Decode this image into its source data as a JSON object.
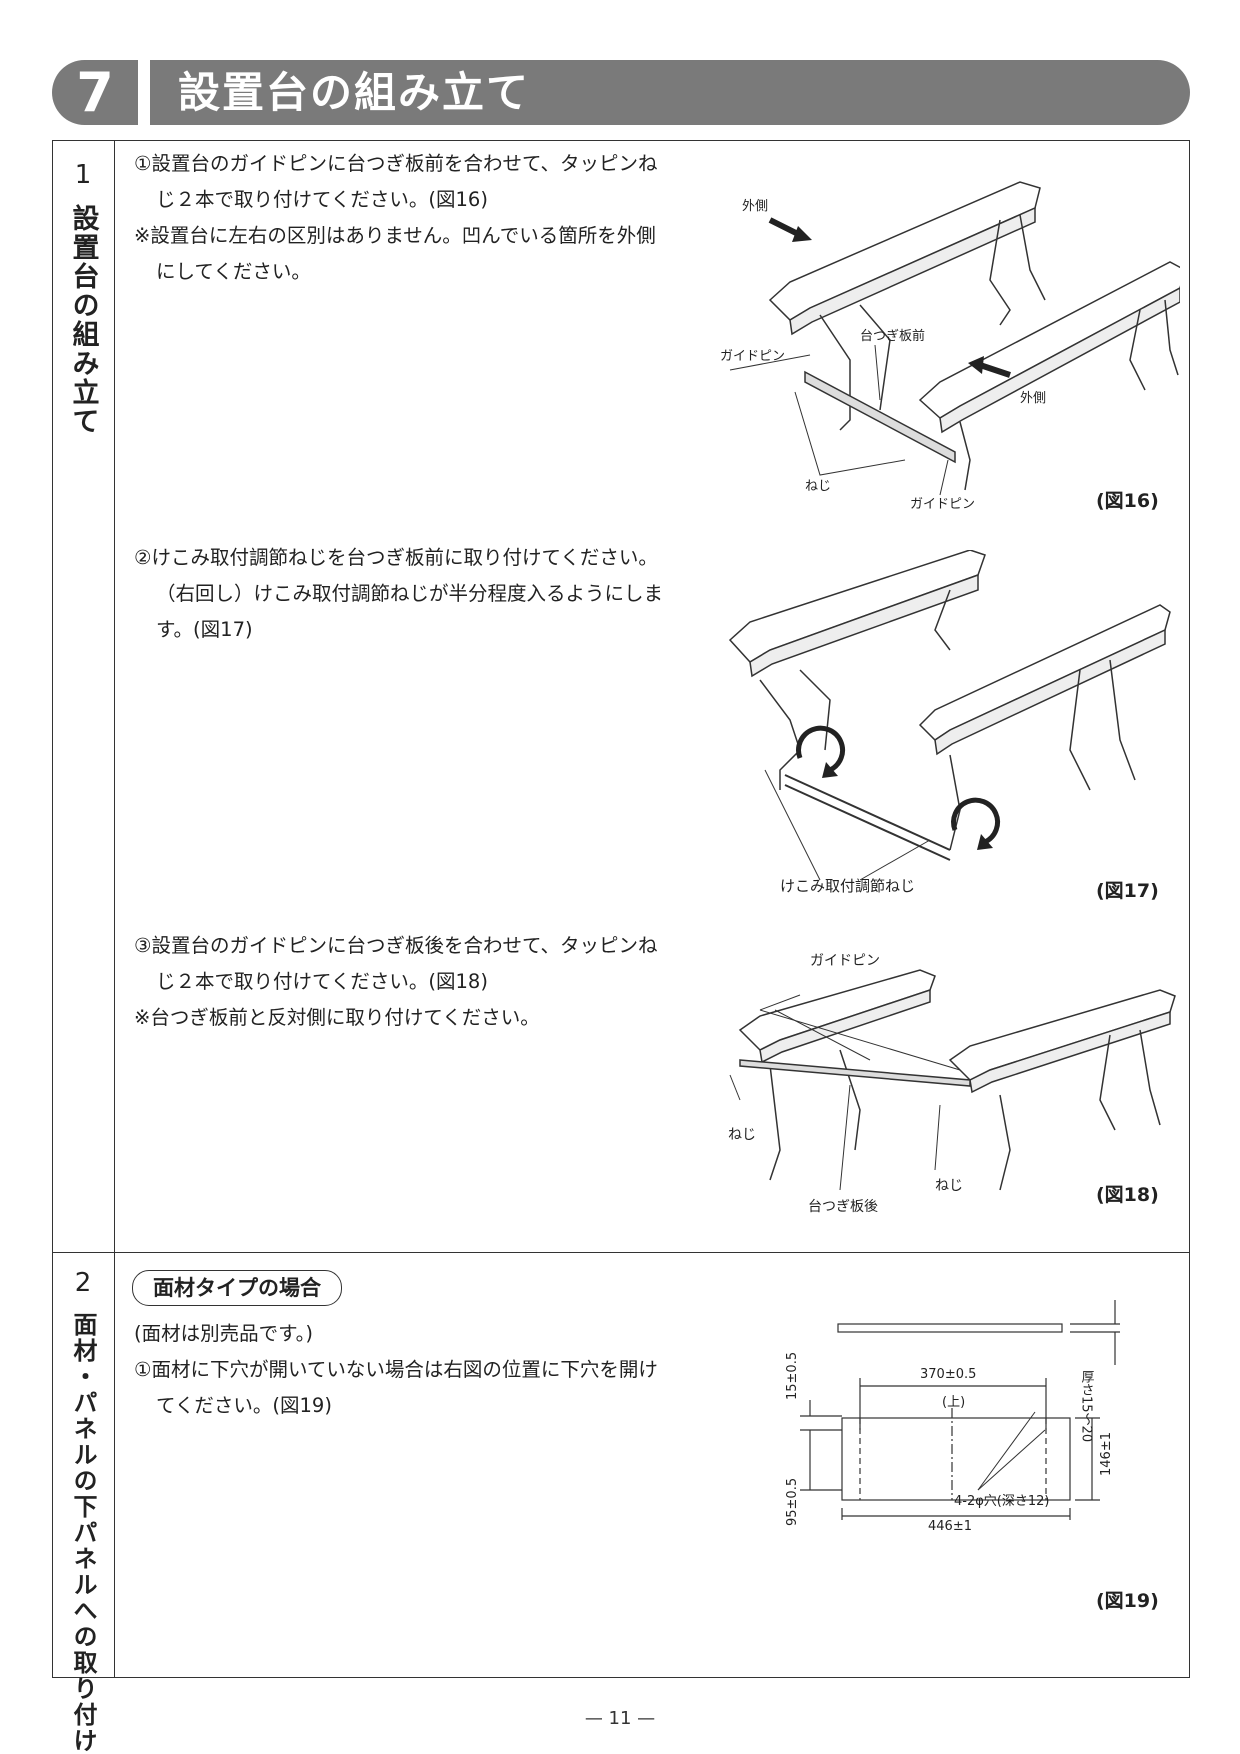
{
  "header": {
    "number": "7",
    "title": "設置台の組み立て"
  },
  "sections": [
    {
      "number": "1",
      "title": "設置台の組み立て",
      "steps": [
        {
          "lines": [
            "①設置台のガイドピンに台つぎ板前を合わせて、タッピンね",
            "じ２本で取り付けてください。(図16)"
          ],
          "notes": [
            "※設置台に左右の区別はありません。凹んでいる箇所を外側",
            "にしてください。"
          ]
        },
        {
          "lines": [
            "②けこみ取付調節ねじを台つぎ板前に取り付けてください。",
            "（右回し）けこみ取付調節ねじが半分程度入るようにしま",
            "す。(図17)"
          ]
        },
        {
          "lines": [
            "③設置台のガイドピンに台つぎ板後を合わせて、タッピンね",
            "じ２本で取り付けてください。(図18)"
          ],
          "notes": [
            "※台つぎ板前と反対側に取り付けてください。"
          ]
        }
      ]
    },
    {
      "number": "2",
      "title": "面材・パネルの下パネルへの取り付け",
      "pill": "面材タイプの場合",
      "lines": [
        "(面材は別売品です。)",
        "①面材に下穴が開いていない場合は右図の位置に下穴を開け",
        "てください。(図19)"
      ]
    }
  ],
  "figures": {
    "fig16": {
      "caption": "(図16)",
      "labels": {
        "outer_top": "外側",
        "outer_right": "外側",
        "plate_front": "台つぎ板前",
        "guide_pin_left": "ガイドピン",
        "guide_pin_bottom": "ガイドピン",
        "screw": "ねじ"
      }
    },
    "fig17": {
      "caption": "(図17)",
      "labels": {
        "adjust_screw": "けこみ取付調節ねじ"
      }
    },
    "fig18": {
      "caption": "(図18)",
      "labels": {
        "guide_pin": "ガイドピン",
        "screw_left": "ねじ",
        "screw_bottom": "ねじ",
        "plate_rear": "台つぎ板後"
      }
    },
    "fig19": {
      "caption": "(図19)",
      "labels": {
        "dim_370": "370±0.5",
        "top": "(上)",
        "dim_15": "15±0.5",
        "thickness": "厚さ15～20",
        "dim_146": "146±1",
        "holes": "4-2φ穴(深さ12)",
        "dim_95": "95±0.5",
        "dim_446": "446±1"
      }
    }
  },
  "footer": {
    "page": "— 11 —"
  }
}
